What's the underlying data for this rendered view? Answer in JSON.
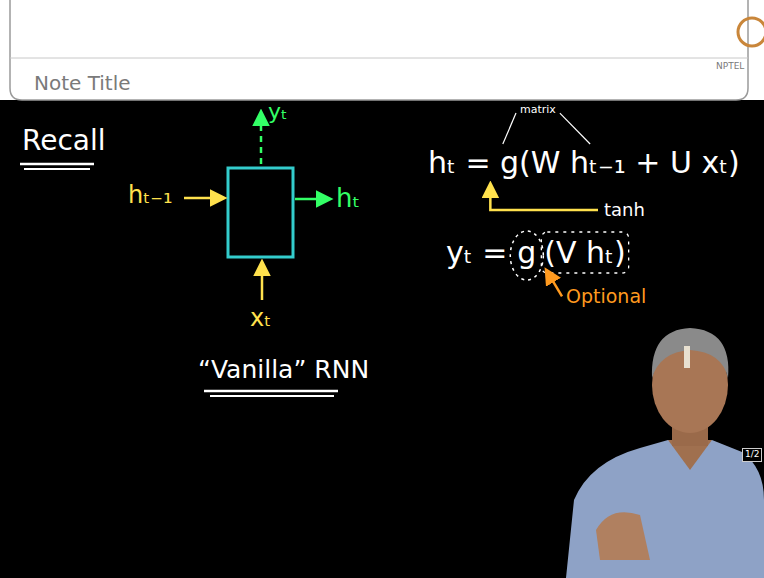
{
  "diagram": {
    "title": "Note Title",
    "labels": [
      "Recall",
      "yₜ",
      "hₜ₋₁",
      "hₜ",
      "xₜ",
      "“Vanilla” RNN",
      "hₜ = g(W hₜ₋₁ + U xₜ)",
      "matrix",
      "tanh",
      "yₜ =",
      "g",
      "(V hₜ)",
      "Optional",
      "1/2",
      "NPTEL"
    ]
  }
}
